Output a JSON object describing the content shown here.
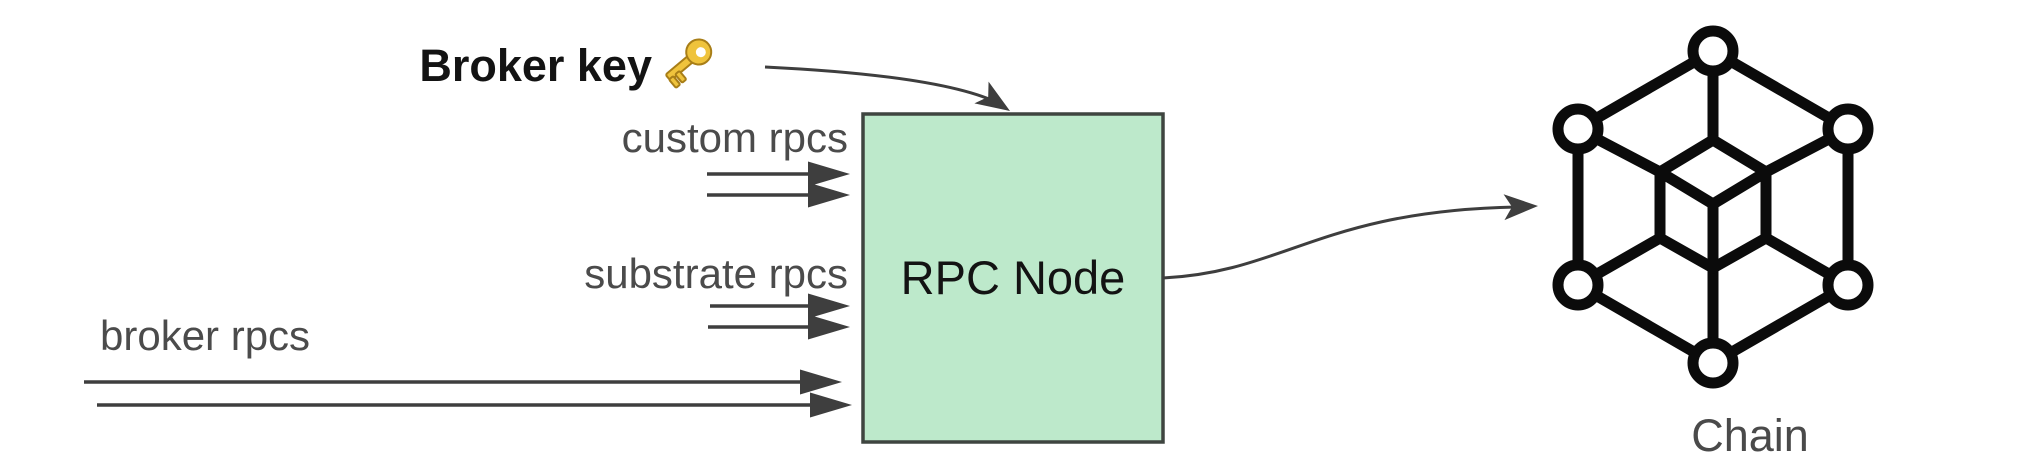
{
  "colors": {
    "canvas_bg": "#ffffff",
    "box_fill": "#bde9cb",
    "box_border": "#3f4540",
    "arrow": "#3e3e3e",
    "label_text": "#4b4b4b",
    "title_text": "#131313",
    "chain_label": "#4a4a4a",
    "icon_black": "#0b0b0b",
    "key_gold": "#efc33c",
    "key_gold_dark": "#a87e17"
  },
  "diagram": {
    "broker_key": {
      "label": "Broker key",
      "icon": "key-icon"
    },
    "inputs": [
      {
        "label": "custom rpcs",
        "arrow_count": 2
      },
      {
        "label": "substrate rpcs",
        "arrow_count": 2
      },
      {
        "label": "broker rpcs",
        "arrow_count": 2
      }
    ],
    "node": {
      "label": "RPC Node"
    },
    "chain": {
      "label": "Chain",
      "icon": "blockchain-cube-icon"
    }
  }
}
